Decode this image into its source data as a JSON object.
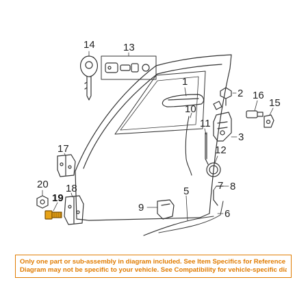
{
  "callouts": {
    "c1": "1",
    "c2": "2",
    "c3": "3",
    "c5": "5",
    "c6": "6",
    "c7": "7",
    "c8": "8",
    "c9": "9",
    "c10": "10",
    "c11": "11",
    "c12": "12",
    "c13": "13",
    "c14": "14",
    "c15": "15",
    "c16": "16",
    "c17": "17",
    "c18": "18",
    "c19": "19",
    "c20": "20"
  },
  "notice": {
    "line1": "Only one part or sub-assembly in diagram included. See Item Specifics for Reference #.",
    "line2": "Diagram may not be specific to your vehicle. See Compatibility for vehicle-specific diagrams."
  },
  "colors": {
    "notice_accent": "#e07b00",
    "highlight_part": "#e8a317"
  }
}
